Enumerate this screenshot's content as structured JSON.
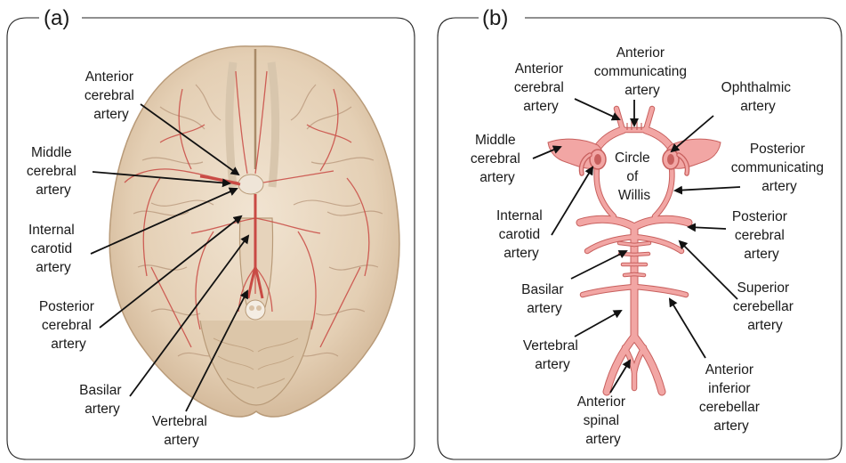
{
  "panel_a": {
    "label": "(a)",
    "labels": {
      "anterior_cerebral": [
        "Anterior",
        "cerebral",
        "artery"
      ],
      "middle_cerebral": [
        "Middle",
        "cerebral",
        "artery"
      ],
      "internal_carotid": [
        "Internal",
        "carotid",
        "artery"
      ],
      "posterior_cerebral": [
        "Posterior",
        "cerebral",
        "artery"
      ],
      "basilar": [
        "Basilar",
        "artery"
      ],
      "vertebral": [
        "Vertebral",
        "artery"
      ]
    }
  },
  "panel_b": {
    "label": "(b)",
    "labels": {
      "anterior_cerebral": [
        "Anterior",
        "cerebral",
        "artery"
      ],
      "anterior_communicating": [
        "Anterior",
        "communicating",
        "artery"
      ],
      "ophthalmic": [
        "Ophthalmic",
        "artery"
      ],
      "middle_cerebral": [
        "Middle",
        "cerebral",
        "artery"
      ],
      "circle_of_willis": [
        "Circle",
        "of",
        "Willis"
      ],
      "posterior_communicating": [
        "Posterior",
        "communicating",
        "artery"
      ],
      "internal_carotid": [
        "Internal",
        "carotid",
        "artery"
      ],
      "posterior_cerebral": [
        "Posterior",
        "cerebral",
        "artery"
      ],
      "basilar": [
        "Basilar",
        "artery"
      ],
      "superior_cerebellar": [
        "Superior",
        "cerebellar",
        "artery"
      ],
      "vertebral": [
        "Vertebral",
        "artery"
      ],
      "anterior_inferior_cerebellar": [
        "Anterior",
        "inferior",
        "cerebellar",
        "artery"
      ],
      "anterior_spinal": [
        "Anterior",
        "spinal",
        "artery"
      ]
    }
  },
  "colors": {
    "vessel_fill": "#f2a6a4",
    "vessel_edge": "#c8605e",
    "brain_tissue": "#ead9c3",
    "text": "#1a1a1a"
  }
}
